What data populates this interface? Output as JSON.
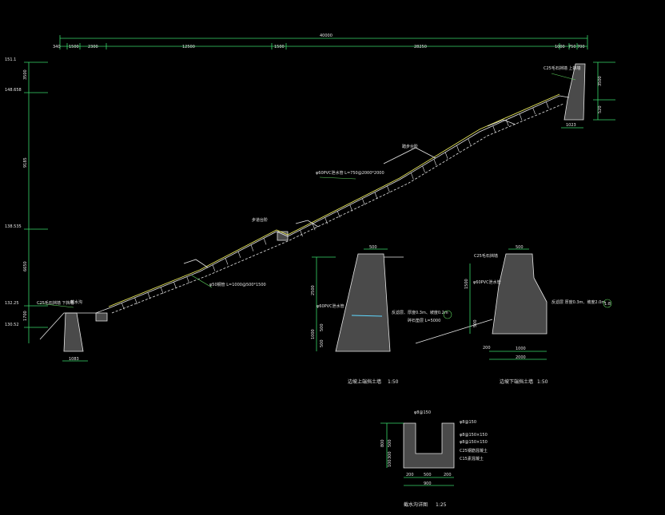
{
  "drawing": {
    "top_dims": {
      "total": "40000",
      "left_small": "340",
      "segments": [
        "1500",
        "2300",
        "12500",
        "1500",
        "28250",
        "1000",
        "750",
        "700"
      ]
    },
    "left_dims": {
      "elevations": [
        "151.1",
        "148.658",
        "138.535",
        "132.25",
        "130.52"
      ],
      "heights": [
        "3500",
        "9185",
        "6650",
        "1700"
      ]
    },
    "right_dims": {
      "heights": [
        "3500",
        "520"
      ],
      "base_width": "1023"
    },
    "left_base_width": "1083",
    "labels": {
      "top_wall_note": "C25毛石挡墙\n上挡墙",
      "steps_note": "踏步台阶",
      "pipe_note": "φ60PVC泄水管\nL=750@2000*2000",
      "pipe_note_lower": "φ50钢管\nL=1000@500*1500",
      "step_seat": "步道台阶",
      "bottom_wall_note": "C25毛石挡墙\n下挡墙",
      "drain_note": "截水沟"
    },
    "detail_upper": {
      "title": "边坡上端挡土墙",
      "scale": "1:50",
      "top_width": "500",
      "height": "2500",
      "lower_heights": [
        "1000",
        "500",
        "500"
      ],
      "pipe_label": "φ60PVC泄水管",
      "slope_label": "反滤层、厚度0.3m、坡度0.2m",
      "base_label": "碎石垫层 L=5000"
    },
    "detail_lower": {
      "title": "边坡下端挡土墙",
      "scale": "1:50",
      "top_width": "500",
      "top_label": "C25毛石挡墙",
      "height": "1500",
      "side_height": "500",
      "pipe_label": "φ60PVC泄水管",
      "slope_label": "反滤层 厚度0.3m、坡度2.0m",
      "widths": [
        "200",
        "1000",
        "2000"
      ],
      "marker": "1:8"
    },
    "detail_ditch": {
      "title": "截水沟详图",
      "scale": "1:25",
      "heights": [
        "500",
        "300",
        "100"
      ],
      "total_height": "800",
      "widths": [
        "200",
        "500",
        "200"
      ],
      "total_width": "900",
      "labels": [
        "φ8@150",
        "φ8@150×150",
        "φ8@150×150",
        "C25钢筋混凝土",
        "C15素混凝土"
      ],
      "top_label": "φ8@150"
    },
    "colors": {
      "background": "#000000",
      "white": "#e6e6e6",
      "yellow": "#e8e85a",
      "green": "#39d96a",
      "cyan": "#6ff0f0"
    }
  }
}
